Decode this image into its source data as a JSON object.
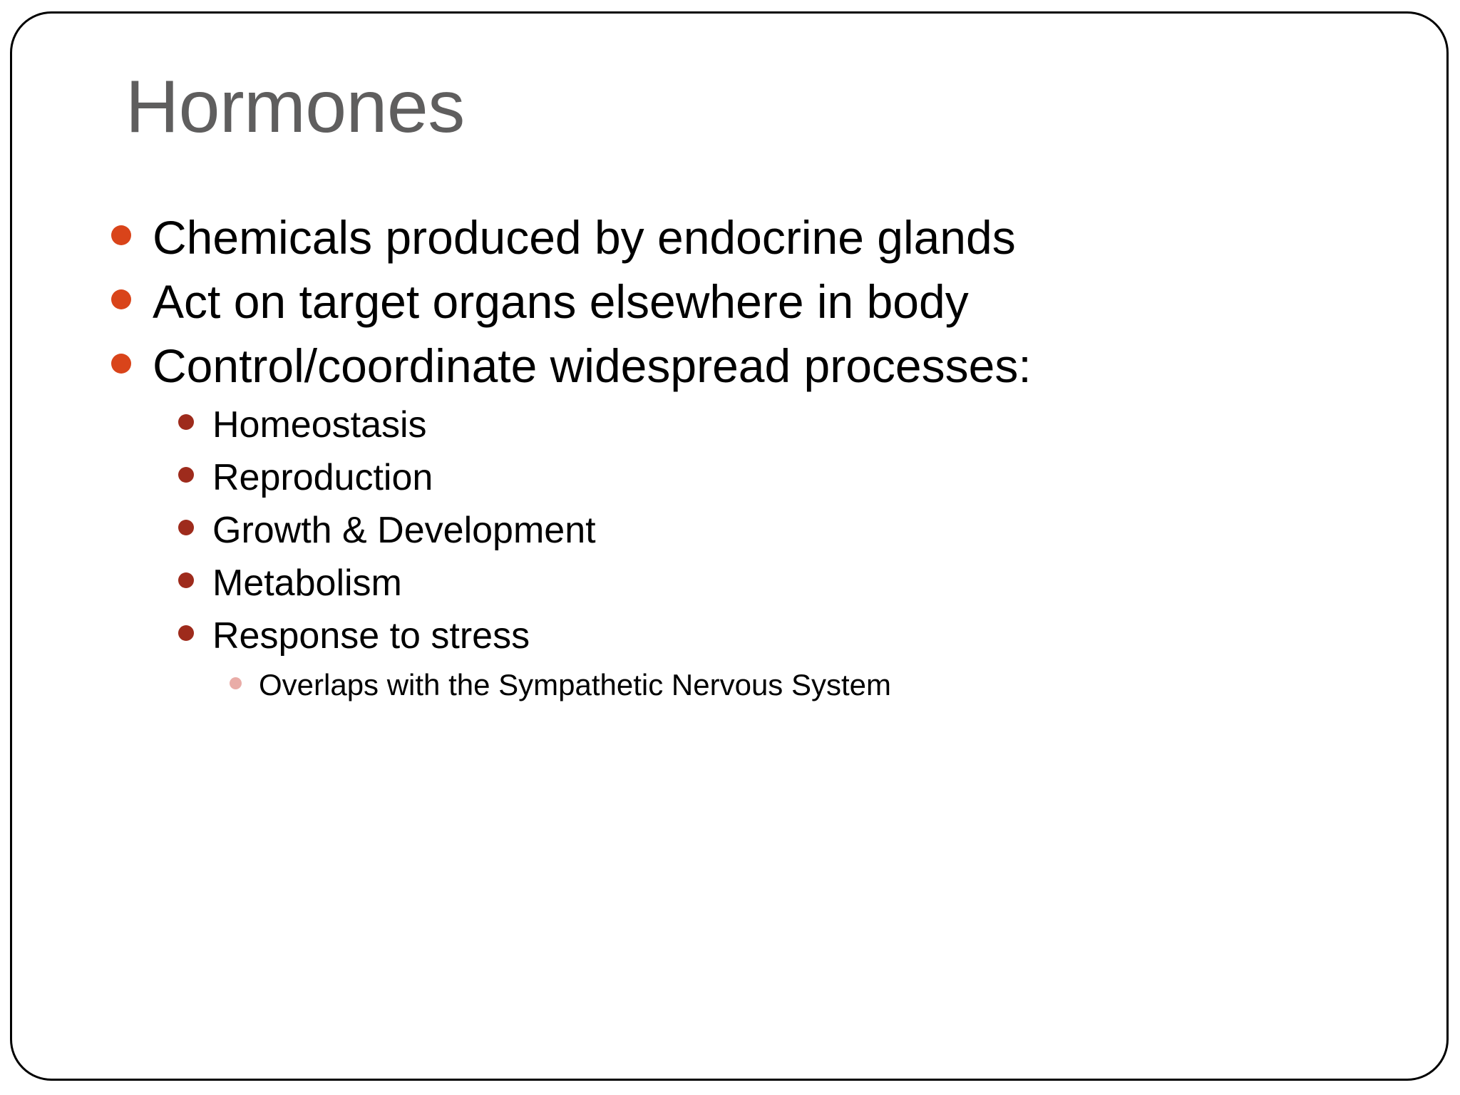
{
  "slide": {
    "title": "Hormones",
    "title_color": "#5F5E5E",
    "background_color": "#FFFFFF",
    "border_color": "#000000",
    "bullet_colors": {
      "level1": "#D9441A",
      "level2": "#9E2B1C",
      "level3": "#E9ACA7"
    },
    "body": [
      {
        "level": 1,
        "text": "Chemicals produced by endocrine glands",
        "bullet": "disc-bullet-icon"
      },
      {
        "level": 1,
        "text": "Act on target organs elsewhere in body",
        "bullet": "disc-bullet-icon"
      },
      {
        "level": 1,
        "text": "Control/coordinate widespread processes:",
        "bullet": "disc-bullet-icon"
      },
      {
        "level": 2,
        "text": "Homeostasis",
        "bullet": "disc-bullet-icon"
      },
      {
        "level": 2,
        "text": "Reproduction",
        "bullet": "disc-bullet-icon"
      },
      {
        "level": 2,
        "text": "Growth & Development",
        "bullet": "disc-bullet-icon"
      },
      {
        "level": 2,
        "text": "Metabolism",
        "bullet": "disc-bullet-icon"
      },
      {
        "level": 2,
        "text": "Response to stress",
        "bullet": "disc-bullet-icon"
      },
      {
        "level": 3,
        "text": "Overlaps with the Sympathetic Nervous System",
        "bullet": "disc-bullet-icon"
      }
    ]
  }
}
